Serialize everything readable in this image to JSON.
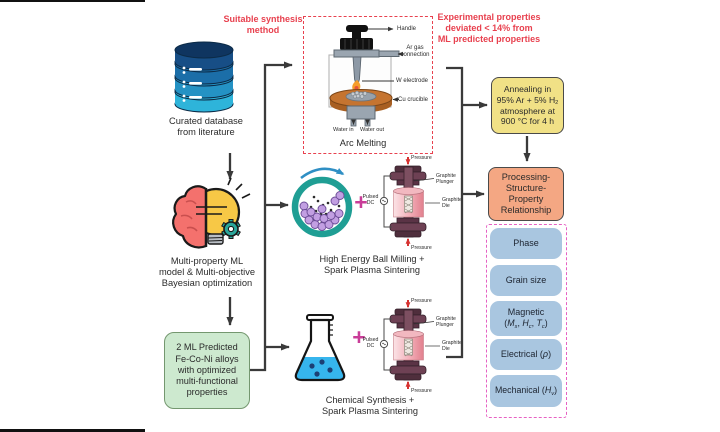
{
  "left": {
    "database_caption": "Curated database\nfrom literature",
    "ml_caption": "Multi-property ML\nmodel & Multi-objective\nBayesian optimization",
    "predicted_box": "2 ML Predicted\nFe-Co-Ni alloys\nwith optimized\nmulti-functional\nproperties"
  },
  "synthesis": {
    "suitable_label": "Suitable synthesis\nmethod",
    "arc": {
      "title": "Arc Melting",
      "handle": "Handle",
      "ar_gas": "Ar gas\nconnection",
      "w_electrode": "W electrode",
      "cu_crucible": "Cu crucible",
      "water_in": "Water in",
      "water_out": "Water out"
    },
    "ball_caption": "High Energy Ball Milling +\nSpark Plasma Sintering",
    "chem_caption": "Chemical Synthesis +\nSpark Plasma Sintering",
    "plus": "+",
    "sps": {
      "pressure": "Pressure",
      "graphite_plunger": "Graphite\nPlunger",
      "graphite_die": "Graphite\nDie",
      "pulsed_dc": "Pulsed\nDC"
    }
  },
  "results": {
    "deviation_note": "Experimental properties\ndeviated < 14% from\nML predicted properties",
    "annealing": {
      "l1": "Annealing in",
      "l2a": "95% Ar + 5% H",
      "l2sub": "2",
      "l3": "atmosphere at",
      "l4": "900 °C for 4 h"
    },
    "psp_box": "Processing-\nStructure-\nProperty\nRelationship",
    "properties": {
      "phase": "Phase",
      "grain_size": "Grain size",
      "magnetic": {
        "name": "Magnetic",
        "open": "(",
        "v1": "M",
        "s1": "s",
        "sep1": ", ",
        "v2": "H",
        "s2": "c",
        "sep2": ", ",
        "v3": "T",
        "s3": "c",
        "close": ")"
      },
      "electrical": {
        "pre": "Electrical (",
        "var": "ρ",
        "post": ")"
      },
      "mechanical": {
        "pre": "Mechanical (",
        "var": "H",
        "sub": "v",
        "post": ")"
      }
    }
  },
  "icons": {
    "database": "database-cylinder-stack",
    "ml_model": "brain-lightbulb-gear",
    "ball_mill": "teal-ring-with-purple-balls",
    "flask": "erlenmeyer-flask-blue",
    "sps": "spark-plasma-sintering-die",
    "arc_melter": "arc-melting-chamber"
  },
  "colors": {
    "accent_red": "#e8414f",
    "accent_pink_dash": "#e661c3",
    "magenta_plus": "#c93d98",
    "teal_ring": "#1f9e94",
    "box_green": "#cde9cf",
    "box_yellow": "#f1e186",
    "box_orange": "#f4a783",
    "box_blue": "#a9c6e0",
    "arrow": "#3a3a3a"
  }
}
